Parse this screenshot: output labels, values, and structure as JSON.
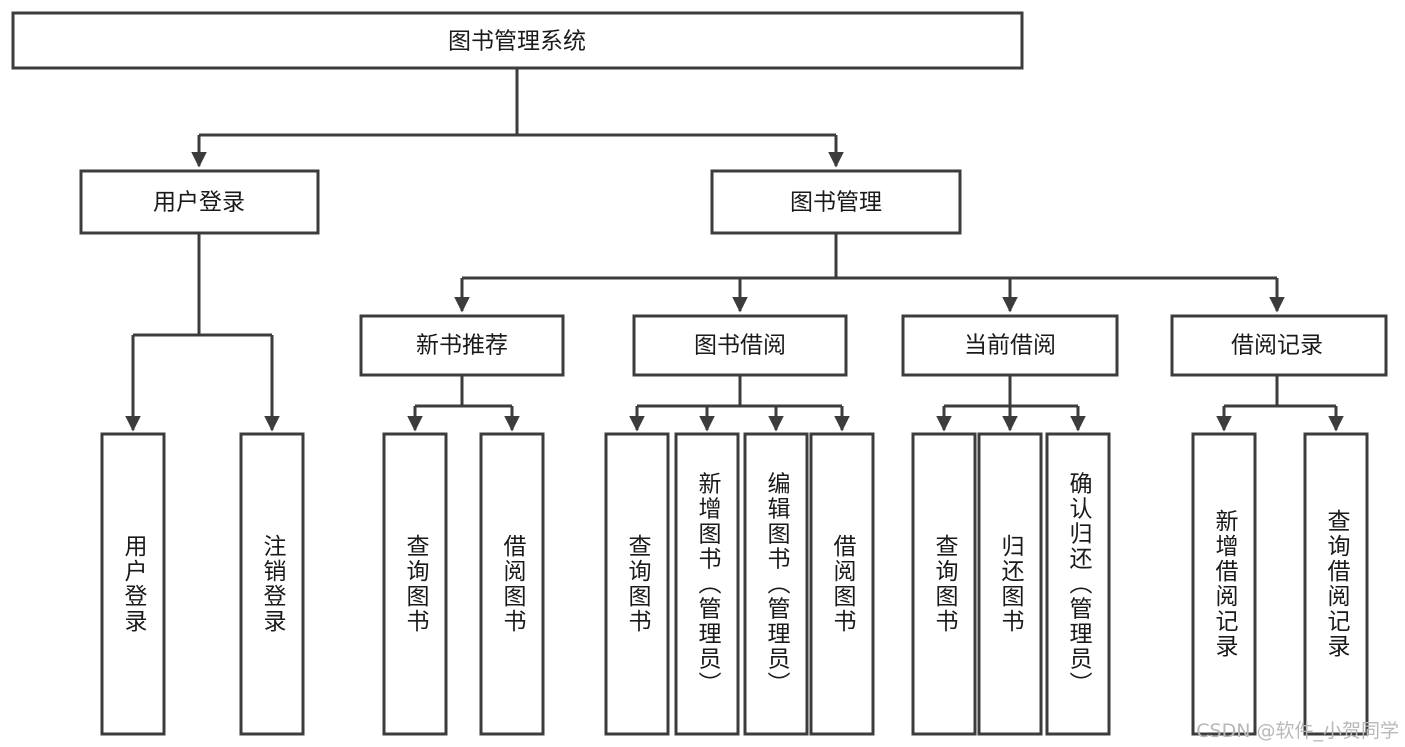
{
  "diagram": {
    "type": "tree",
    "title": "图书管理系统",
    "root": {
      "id": "root",
      "label": "图书管理系统",
      "orientation": "horizontal"
    },
    "level2": [
      {
        "id": "user-login",
        "label": "用户登录",
        "orientation": "horizontal"
      },
      {
        "id": "book-manage",
        "label": "图书管理",
        "orientation": "horizontal"
      }
    ],
    "level3": [
      {
        "id": "new-book-recommend",
        "label": "新书推荐",
        "orientation": "horizontal",
        "parent": "book-manage"
      },
      {
        "id": "book-borrow",
        "label": "图书借阅",
        "orientation": "horizontal",
        "parent": "book-manage"
      },
      {
        "id": "current-borrow",
        "label": "当前借阅",
        "orientation": "horizontal",
        "parent": "book-manage"
      },
      {
        "id": "borrow-record",
        "label": "借阅记录",
        "orientation": "horizontal",
        "parent": "book-manage"
      }
    ],
    "leaves": [
      {
        "id": "leaf-user-login",
        "label": "用户登录",
        "parent": "user-login",
        "orientation": "vertical"
      },
      {
        "id": "leaf-user-logout",
        "label": "注销登录",
        "parent": "user-login",
        "orientation": "vertical"
      },
      {
        "id": "leaf-query-book-1",
        "label": "查询图书",
        "parent": "new-book-recommend",
        "orientation": "vertical"
      },
      {
        "id": "leaf-borrow-book-1",
        "label": "借阅图书",
        "parent": "new-book-recommend",
        "orientation": "vertical"
      },
      {
        "id": "leaf-query-book-2",
        "label": "查询图书",
        "parent": "book-borrow",
        "orientation": "vertical"
      },
      {
        "id": "leaf-add-book",
        "label": "新增图书（管理员）",
        "parent": "book-borrow",
        "orientation": "vertical"
      },
      {
        "id": "leaf-edit-book",
        "label": "编辑图书（管理员）",
        "parent": "book-borrow",
        "orientation": "vertical"
      },
      {
        "id": "leaf-borrow-book-2",
        "label": "借阅图书",
        "parent": "book-borrow",
        "orientation": "vertical"
      },
      {
        "id": "leaf-query-book-3",
        "label": "查询图书",
        "parent": "current-borrow",
        "orientation": "vertical"
      },
      {
        "id": "leaf-return-book",
        "label": "归还图书",
        "parent": "current-borrow",
        "orientation": "vertical"
      },
      {
        "id": "leaf-confirm-return",
        "label": "确认归还（管理员）",
        "parent": "current-borrow",
        "orientation": "vertical"
      },
      {
        "id": "leaf-add-record",
        "label": "新增借阅记录",
        "parent": "borrow-record",
        "orientation": "vertical"
      },
      {
        "id": "leaf-query-record",
        "label": "查询借阅记录",
        "parent": "borrow-record",
        "orientation": "vertical"
      }
    ],
    "colors": {
      "box_stroke": "#3c3c3c",
      "box_fill": "#ffffff",
      "text": "#1a1a1a",
      "background": "#ffffff",
      "watermark": "#b8b8b8"
    }
  },
  "watermark": {
    "text": "CSDN @软件_小贺同学"
  }
}
